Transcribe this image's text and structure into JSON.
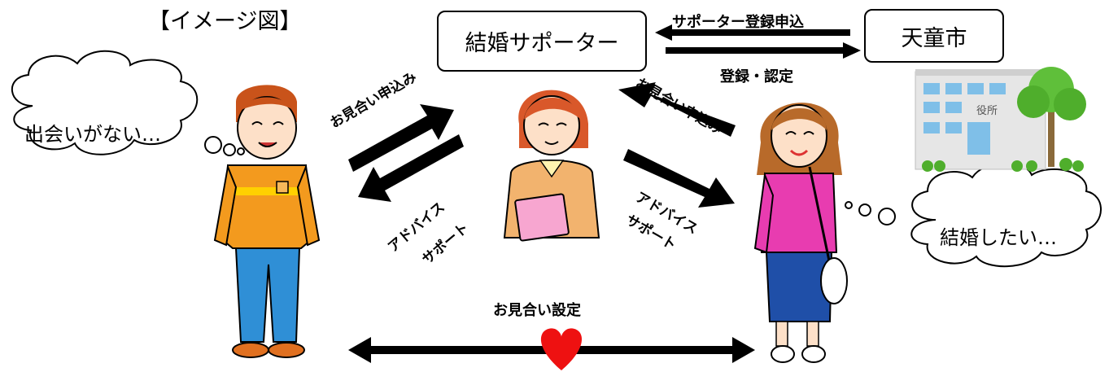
{
  "title": "【イメージ図】",
  "supporter_box": "結婚サポーター",
  "city_box": "天童市",
  "top_arrow_label": "サポーター登録申込",
  "bottom_arrow_label": "登録・認定",
  "left_apply_label": "お見合い申込み",
  "left_advice_line1": "アドバイス",
  "left_advice_line2": "サポート",
  "right_apply_label": "お見合い申込み",
  "right_advice_line1": "アドバイス",
  "right_advice_line2": "サポート",
  "man_thought": "出会いがない…",
  "woman_thought": "結婚したい…",
  "meeting_label": "お見合い設定",
  "building_sign": "役所",
  "colors": {
    "heart": "#ee1111",
    "man_shirt": "#f39a1e",
    "man_pants": "#2f8fd6",
    "woman_top": "#e83cb0",
    "woman_skirt": "#1f4fa8",
    "supporter_jacket": "#f2b36e",
    "tree": "#5fbf3a"
  }
}
